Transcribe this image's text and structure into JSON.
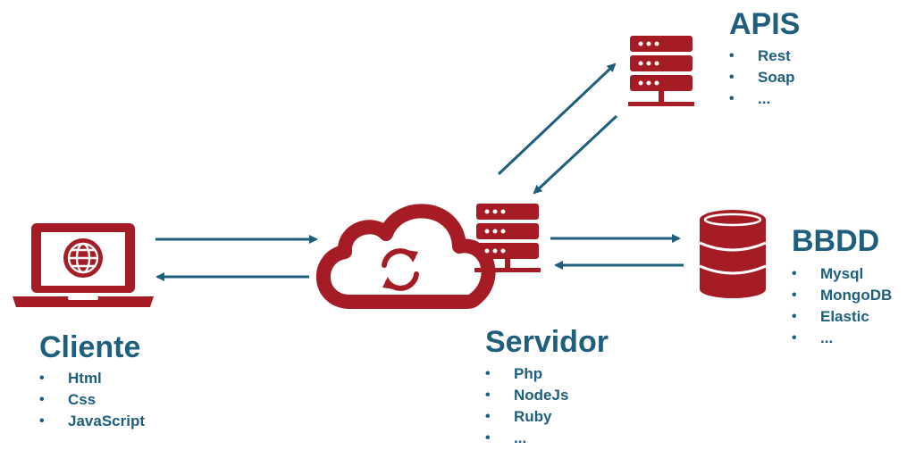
{
  "colors": {
    "accent": "#a51c24",
    "text": "#1f5f7e",
    "arrow": "#1f5f7e"
  },
  "nodes": {
    "cliente": {
      "icon": "laptop-globe-icon",
      "title": "Cliente",
      "items": [
        "Html",
        "Css",
        "JavaScript"
      ]
    },
    "cloud": {
      "icon": "cloud-sync-icon"
    },
    "servidor": {
      "icon": "server-icon",
      "title": "Servidor",
      "items": [
        "Php",
        "NodeJs",
        "Ruby",
        "..."
      ]
    },
    "apis": {
      "icon": "server-icon",
      "title": "APIS",
      "items": [
        "Rest",
        "Soap",
        "..."
      ]
    },
    "bbdd": {
      "icon": "database-icon",
      "title": "BBDD",
      "items": [
        "Mysql",
        "MongoDB",
        "Elastic",
        "..."
      ]
    }
  },
  "connections": [
    {
      "from": "cliente",
      "to": "cloud"
    },
    {
      "from": "cloud",
      "to": "cliente"
    },
    {
      "from": "servidor",
      "to": "apis"
    },
    {
      "from": "apis",
      "to": "servidor"
    },
    {
      "from": "servidor",
      "to": "bbdd"
    },
    {
      "from": "bbdd",
      "to": "servidor"
    }
  ]
}
